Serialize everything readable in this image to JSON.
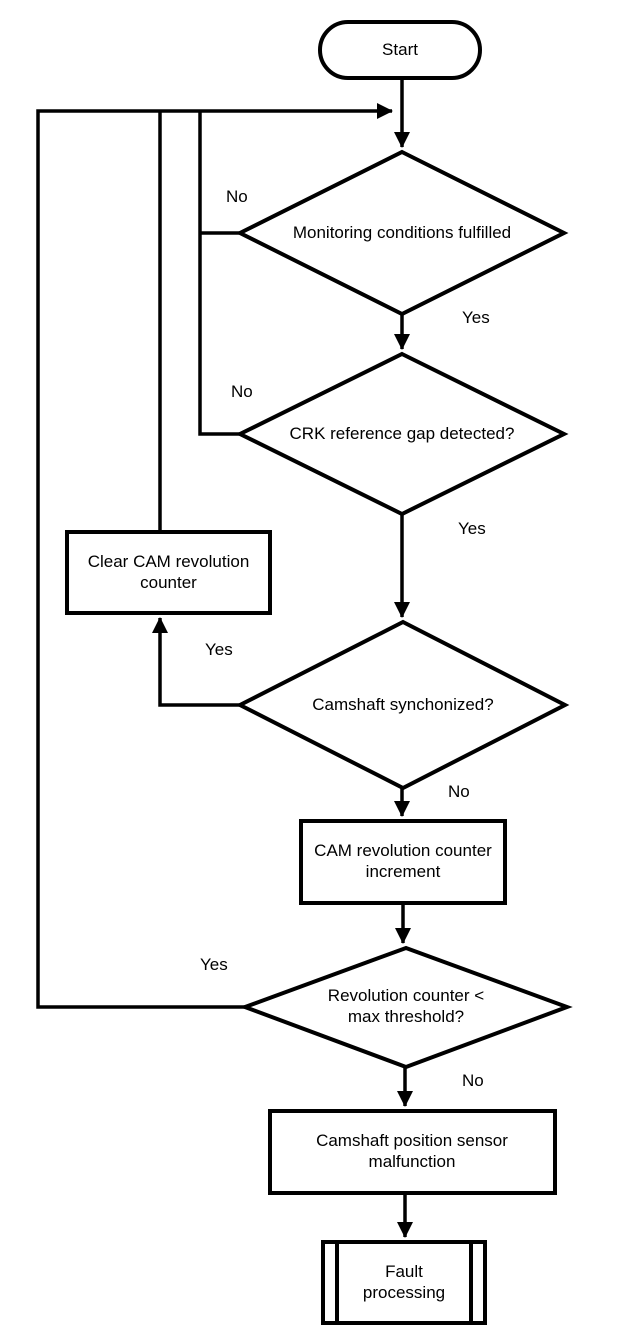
{
  "diagram": {
    "type": "flowchart",
    "colors": {
      "line": "#000000",
      "background": "#ffffff",
      "text": "#000000"
    },
    "nodes": {
      "start": {
        "type": "terminator",
        "label": "Start"
      },
      "monitoring": {
        "type": "decision",
        "label": "Monitoring conditions fulfilled"
      },
      "crk_gap": {
        "type": "decision",
        "label": "CRK reference gap detected?"
      },
      "clear_counter": {
        "type": "process",
        "label": "Clear CAM revolution counter"
      },
      "cam_sync": {
        "type": "decision",
        "label": "Camshaft synchonized?"
      },
      "counter_increment": {
        "type": "process",
        "label": "CAM revolution counter increment"
      },
      "rev_counter_check": {
        "type": "decision",
        "label": "Revolution counter < max threshold?"
      },
      "malfunction": {
        "type": "process",
        "label": "Camshaft position sensor malfunction"
      },
      "fault_processing": {
        "type": "predefined-process",
        "label": "Fault processing"
      }
    },
    "edges": [
      {
        "from": "start",
        "to": "monitoring",
        "label": ""
      },
      {
        "from": "monitoring",
        "to": "crk_gap",
        "label": "Yes"
      },
      {
        "from": "monitoring",
        "to": "main_loop_merge",
        "label": "No"
      },
      {
        "from": "crk_gap",
        "to": "cam_sync",
        "label": "Yes"
      },
      {
        "from": "crk_gap",
        "to": "main_loop_merge",
        "label": "No"
      },
      {
        "from": "cam_sync",
        "to": "clear_counter",
        "label": "Yes"
      },
      {
        "from": "clear_counter",
        "to": "main_loop_merge",
        "label": ""
      },
      {
        "from": "cam_sync",
        "to": "counter_increment",
        "label": "No"
      },
      {
        "from": "counter_increment",
        "to": "rev_counter_check",
        "label": ""
      },
      {
        "from": "rev_counter_check",
        "to": "main_loop_merge",
        "label": "Yes"
      },
      {
        "from": "rev_counter_check",
        "to": "malfunction",
        "label": "No"
      },
      {
        "from": "malfunction",
        "to": "fault_processing",
        "label": ""
      }
    ]
  }
}
